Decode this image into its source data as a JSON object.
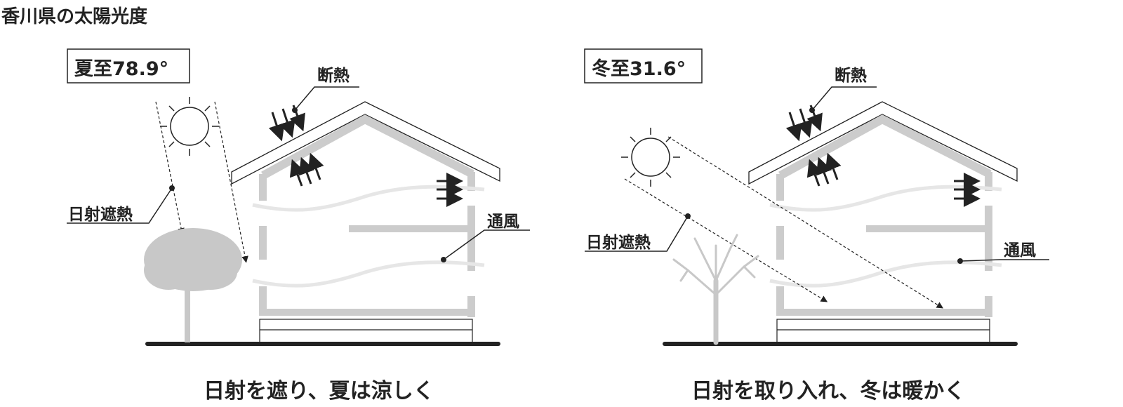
{
  "title": "香川県の太陽光度",
  "summer": {
    "angle_label": "夏至78.9°",
    "insulation": "断熱",
    "shading": "日射遮熱",
    "ventilation": "通風",
    "caption": "日射を遮り、夏は涼しく"
  },
  "winter": {
    "angle_label": "冬至31.6°",
    "insulation": "断熱",
    "shading": "日射遮熱",
    "ventilation": "通風",
    "caption": "日射を取り入れ、冬は暖かく"
  },
  "colors": {
    "ink": "#222222",
    "wall": "#cccccc",
    "tree": "#c8c8c8"
  }
}
